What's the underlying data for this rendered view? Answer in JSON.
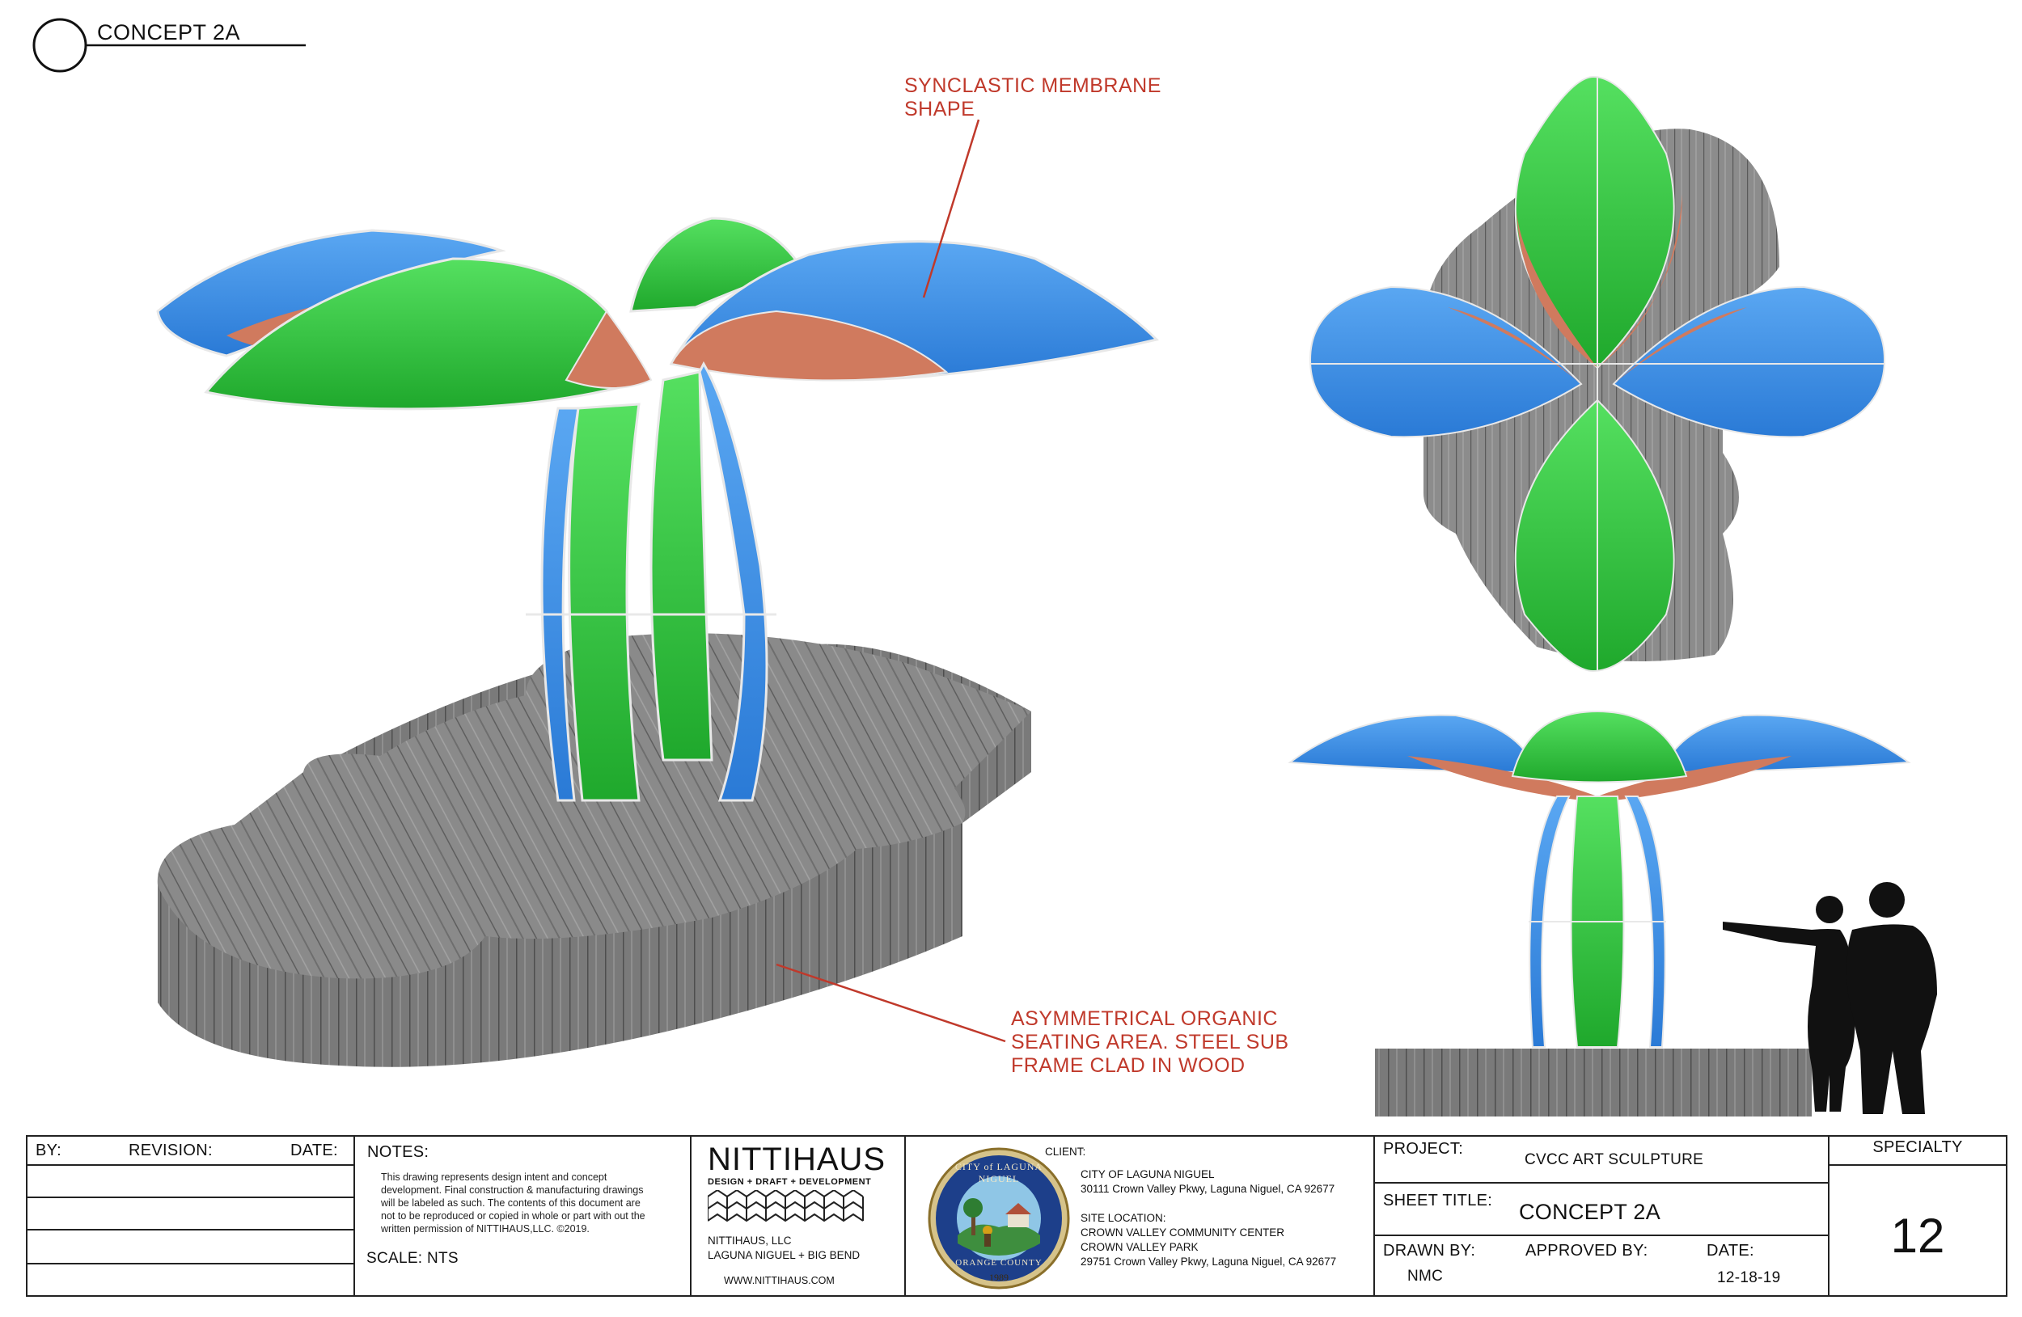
{
  "header": {
    "concept_label": "CONCEPT 2A"
  },
  "callouts": {
    "membrane_line1": "SYNCLASTIC MEMBRANE",
    "membrane_line2": "SHAPE",
    "seating_line1": "ASYMMETRICAL ORGANIC",
    "seating_line2": "SEATING AREA. STEEL SUB",
    "seating_line3": "FRAME CLAD IN WOOD"
  },
  "colors": {
    "green": "#27c53a",
    "blue": "#3b8ee8",
    "terracotta": "#d07a5e",
    "wood": "#7d7d7d",
    "callout_red": "#c0392b"
  },
  "title_block": {
    "revision": {
      "by": "BY:",
      "revision": "REVISION:",
      "date": "DATE:"
    },
    "notes": {
      "heading": "NOTES:",
      "body_lines": [
        "This drawing represents design intent and concept",
        "development. Final construction & manufacturing drawings",
        "will be labeled as such. The contents of this document are",
        "not to be reproduced or copied in whole or part with out the",
        "written permission of NITTIHAUS,LLC. ©2019."
      ],
      "scale": "SCALE: NTS"
    },
    "firm": {
      "name": "NITTIHAUS",
      "tagline": "DESIGN + DRAFT + DEVELOPMENT",
      "llc": "NITTIHAUS, LLC",
      "locations": "LAGUNA NIGUEL + BIG BEND",
      "website": "WWW.NITTIHAUS.COM"
    },
    "seal": {
      "city": "CITY of LAGUNA NIGUEL",
      "county": "ORANGE COUNTY",
      "year": "1989"
    },
    "client": {
      "label": "CLIENT:",
      "name": "CITY OF LAGUNA NIGUEL",
      "address": "30111 Crown Valley Pkwy, Laguna Niguel, CA 92677",
      "site_label": "SITE LOCATION:",
      "site_line1": "CROWN VALLEY COMMUNITY CENTER",
      "site_line2": "CROWN VALLEY PARK",
      "site_address": "29751 Crown Valley Pkwy, Laguna Niguel, CA 92677"
    },
    "project": {
      "project_label": "PROJECT:",
      "project_name": "CVCC ART SCULPTURE",
      "sheet_title_label": "SHEET TITLE:",
      "sheet_title": "CONCEPT 2A",
      "drawn_by_label": "DRAWN BY:",
      "drawn_by": "NMC",
      "approved_by_label": "APPROVED BY:",
      "date_label": "DATE:",
      "date": "12-18-19"
    },
    "specialty": {
      "label": "SPECIALTY",
      "sheet_number": "12"
    }
  }
}
